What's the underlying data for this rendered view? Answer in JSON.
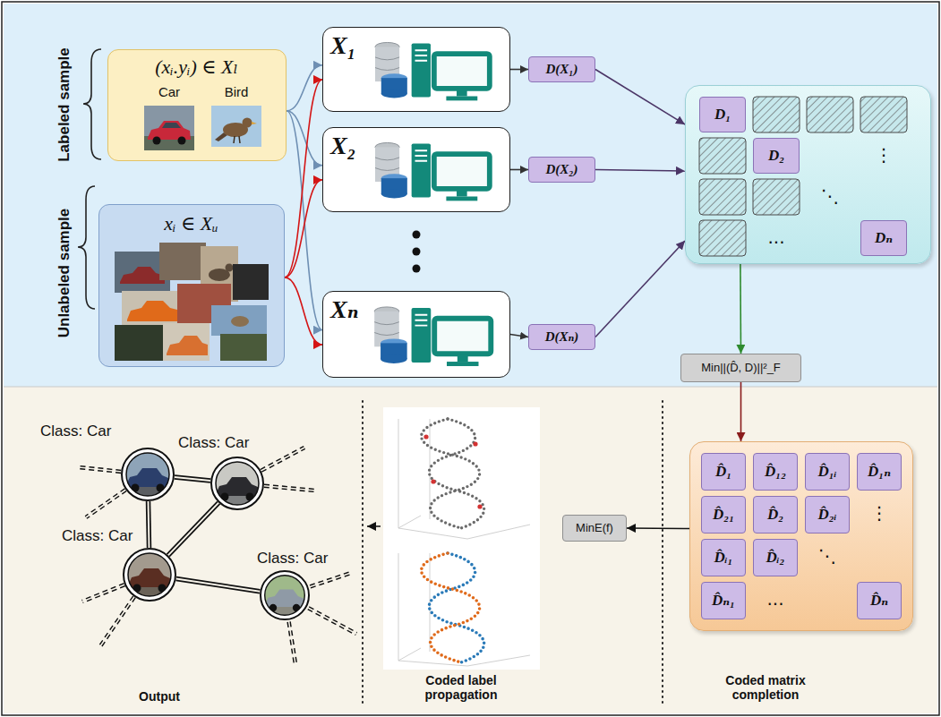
{
  "diagram": {
    "nodes": [
      {
        "text": [
          "(xᵢ.yᵢ) ∈ Xₗ",
          "Car",
          "Bird"
        ]
      },
      {
        "text": [
          "xᵢ ∈ Xᵤ"
        ]
      },
      {
        "text": [
          "X₁"
        ]
      },
      {
        "text": [
          "X₂"
        ]
      },
      {
        "text": [
          "Xₙ"
        ]
      },
      {
        "text": [
          "D(X₁)"
        ]
      },
      {
        "text": [
          "D(X₂)"
        ]
      },
      {
        "text": [
          "D(Xₙ)"
        ]
      },
      {
        "text": [
          "⋮",
          "⋱",
          "..."
        ]
      },
      {
        "text": [
          "D₁"
        ],
        "in": 8
      },
      {
        "text": [
          "D₂"
        ],
        "in": 8
      },
      {
        "text": [
          "Dₙ"
        ],
        "in": 8
      },
      {
        "text": [
          "Min||(D̂, D)||²_F"
        ]
      },
      {
        "text": [
          "⋮",
          "⋱",
          "..."
        ]
      },
      {
        "text": [
          "D̂₁"
        ],
        "in": 13
      },
      {
        "text": [
          "D̂₁₂"
        ],
        "in": 13
      },
      {
        "text": [
          "D̂₁ᵢ"
        ],
        "in": 13
      },
      {
        "text": [
          "D̂₁ₙ"
        ],
        "in": 13
      },
      {
        "text": [
          "D̂₂₁"
        ],
        "in": 13
      },
      {
        "text": [
          "D̂₂"
        ],
        "in": 13
      },
      {
        "text": [
          "D̂₂ᵢ"
        ],
        "in": 13
      },
      {
        "text": [
          "D̂ᵢ₁"
        ],
        "in": 13
      },
      {
        "text": [
          "D̂ᵢ₂"
        ],
        "in": 13
      },
      {
        "text": [
          "D̂ₙ₁"
        ],
        "in": 13
      },
      {
        "text": [
          "D̂ₙ"
        ],
        "in": 13
      },
      {
        "text": [
          "MinE(f)"
        ]
      },
      {
        "text": [
          "Class: Car"
        ]
      },
      {
        "text": [
          "Class: Car"
        ]
      },
      {
        "text": [
          "Class: Car"
        ]
      },
      {
        "text": [
          "Class: Car"
        ]
      }
    ],
    "edges": [
      {
        "from": 0,
        "to": 2,
        "arrow": "to"
      },
      {
        "from": 0,
        "to": 3,
        "arrow": "to"
      },
      {
        "from": 0,
        "to": 4,
        "arrow": "to"
      },
      {
        "from": 1,
        "to": 2,
        "arrow": "to"
      },
      {
        "from": 1,
        "to": 3,
        "arrow": "to"
      },
      {
        "from": 1,
        "to": 4,
        "arrow": "to"
      },
      {
        "from": 2,
        "to": 5,
        "arrow": "to"
      },
      {
        "from": 3,
        "to": 6,
        "arrow": "to"
      },
      {
        "from": 4,
        "to": 7,
        "arrow": "to"
      },
      {
        "from": 5,
        "to": 8,
        "arrow": "to"
      },
      {
        "from": 6,
        "to": 8,
        "arrow": "to"
      },
      {
        "from": 7,
        "to": 8,
        "arrow": "to"
      },
      {
        "from": 8,
        "to": 12,
        "arrow": "to"
      },
      {
        "from": 12,
        "to": 13,
        "arrow": "to"
      },
      {
        "from": 13,
        "to": 25,
        "arrow": "to"
      },
      {
        "from": 26,
        "to": 27,
        "arrow": "none"
      },
      {
        "from": 26,
        "to": 28,
        "arrow": "none"
      },
      {
        "from": 27,
        "to": 28,
        "arrow": "none"
      },
      {
        "from": 28,
        "to": 29,
        "arrow": "none"
      }
    ],
    "labels": [
      "Labeled sample",
      "Unlabeled sample",
      "Output",
      "Coded label propagation",
      "Coded matrix completion"
    ]
  }
}
